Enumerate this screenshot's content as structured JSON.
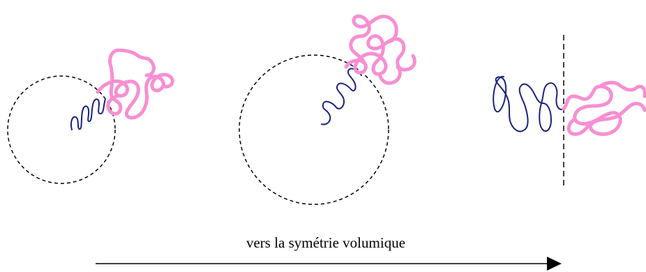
{
  "caption": "vers la symétrie volumique",
  "colors": {
    "blue_chain": "#1a237e",
    "pink_chain": "#f78fd2",
    "dashed_boundary": "#000000",
    "arrow": "#000000"
  },
  "panels": [
    {
      "name": "small-sphere",
      "boundary": "circle"
    },
    {
      "name": "large-sphere",
      "boundary": "circle"
    },
    {
      "name": "flat-interface",
      "boundary": "line"
    }
  ]
}
